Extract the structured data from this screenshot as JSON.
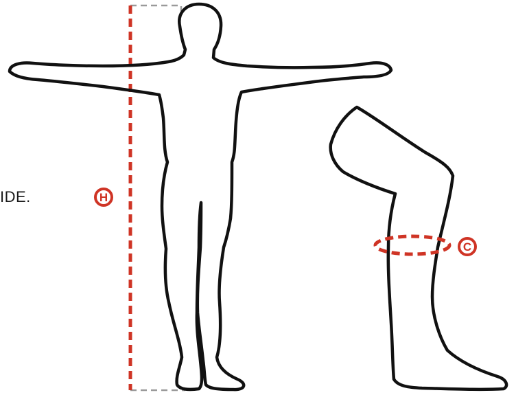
{
  "side_text": "IDE.",
  "labels": {
    "height_marker": "H",
    "circumference_marker": "C"
  },
  "colors": {
    "accent": "#cf3425",
    "outline": "#111111",
    "guide": "#9a9a9a"
  }
}
